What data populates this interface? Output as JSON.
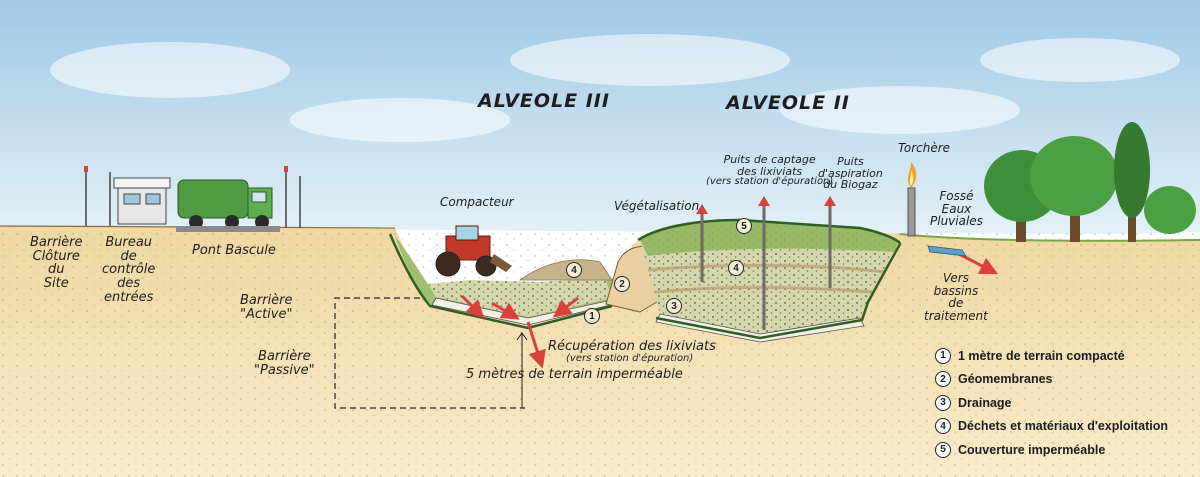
{
  "labels": {
    "alveole_3": "ALVEOLE III",
    "alveole_2": "ALVEOLE II",
    "barriere_cloture": [
      "Barrière",
      "Clôture",
      "du",
      "Site"
    ],
    "bureau_controle": [
      "Bureau",
      "de",
      "contrôle",
      "des",
      "entrées"
    ],
    "pont_bascule": "Pont Bascule",
    "barriere_active": [
      "Barrière",
      "\"Active\""
    ],
    "barriere_passive": [
      "Barrière",
      "\"Passive\""
    ],
    "compacteur": "Compacteur",
    "vegetalisation": "Végétalisation",
    "puits_captage": [
      "Puits de captage",
      "des lixiviats",
      "(vers station d'épuration)"
    ],
    "puits_aspiration": [
      "Puits",
      "d'aspiration",
      "du Biogaz"
    ],
    "torchere": "Torchère",
    "fosse_eaux": [
      "Fossé",
      "Eaux",
      "Pluviales"
    ],
    "vers_bassins": [
      "Vers",
      "bassins",
      "de",
      "traitement"
    ],
    "recuperation": "Récupération des lixiviats",
    "recuperation_sub": "(vers station d'épuration)",
    "cinq_metres": "5 mètres de terrain imperméable"
  },
  "legend": [
    {
      "num": "1",
      "text": "1 mètre de terrain compacté"
    },
    {
      "num": "2",
      "text": "Géomembranes"
    },
    {
      "num": "3",
      "text": "Drainage"
    },
    {
      "num": "4",
      "text": "Déchets et matériaux d'exploitation"
    },
    {
      "num": "5",
      "text": "Couverture imperméable"
    }
  ],
  "markers": [
    "1",
    "2",
    "3",
    "4",
    "4",
    "5"
  ],
  "colors": {
    "sky": "#bcd9ec",
    "ground": "#f1dcaa",
    "grass_line": "#6f8f2f",
    "membrane": "#3f6b2a",
    "waste": "#c9c9a2",
    "arrow": "#d9413a",
    "truck": "#4f9a43",
    "tractor": "#c0392b",
    "tree": "#3f8f3a"
  }
}
